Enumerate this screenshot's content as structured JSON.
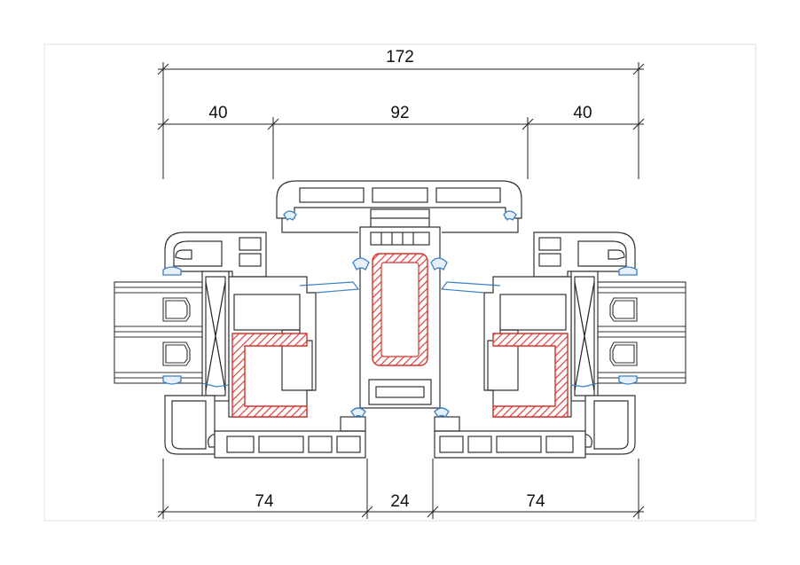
{
  "dimensions": {
    "overall": "172",
    "left_top": "40",
    "center_top": "92",
    "right_top": "40",
    "left_bottom": "74",
    "center_bottom": "24",
    "right_bottom": "74"
  },
  "colors": {
    "profile": "#333333",
    "gasket": "#3b7fc4",
    "reinforcement": "#d9322b",
    "dimension": "#222222",
    "frame_border": "#dddddd"
  }
}
